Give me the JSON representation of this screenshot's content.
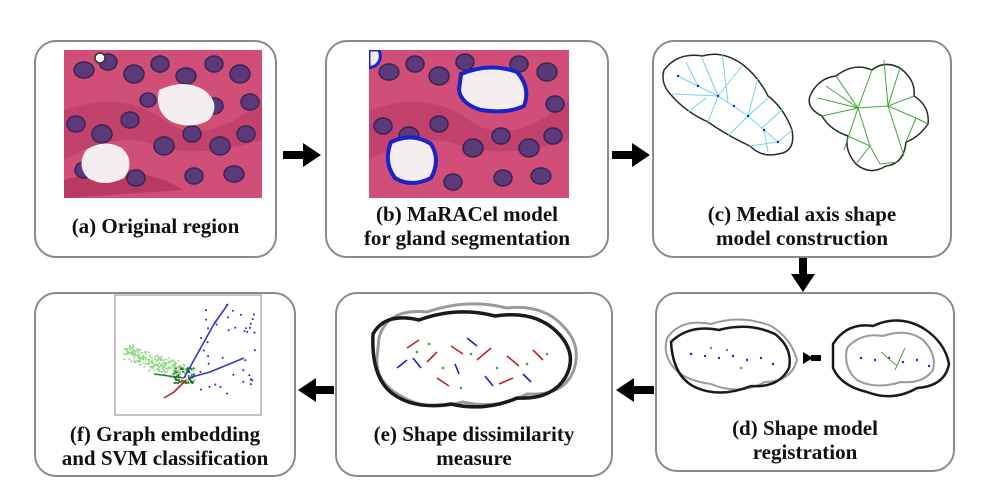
{
  "panels": {
    "a": {
      "caption": [
        "(a) Original region"
      ]
    },
    "b": {
      "caption": [
        "(b) MaRACel model",
        "for gland segmentation"
      ]
    },
    "c": {
      "caption": [
        "(c) Medial axis shape",
        "model construction"
      ]
    },
    "d": {
      "caption": [
        "(d) Shape model",
        "registration"
      ]
    },
    "e": {
      "caption": [
        "(e) Shape dissimilarity",
        "measure"
      ]
    },
    "f": {
      "caption": [
        "(f) Graph embedding",
        "and SVM classification"
      ]
    }
  },
  "colors": {
    "tissue_pink": "#d04e78",
    "nucleus_purple": "#5a3a78",
    "lumen_white": "#f4eef0",
    "segmentation_blue": "#1a22c8",
    "medial_cyan": "#6fd6e6",
    "medial_green": "#3fa83a",
    "contour_dark": "#1a1a1a",
    "contour_gray": "#9a9a9a",
    "arrow": "#000000"
  }
}
